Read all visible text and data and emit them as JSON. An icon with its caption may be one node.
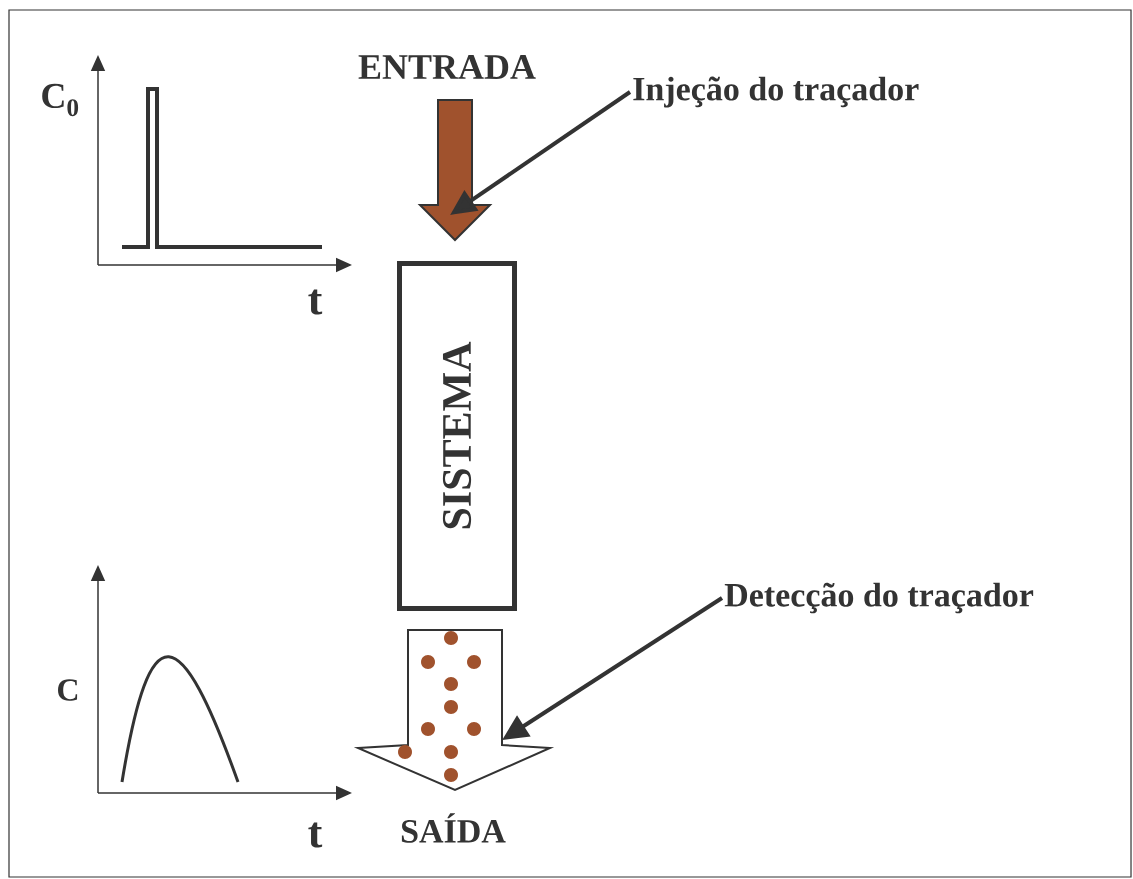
{
  "diagram": {
    "nodes": [
      {
        "text": [
          "Injeção do traçador"
        ]
      },
      {
        "text": [],
        "shape": "arrow"
      },
      {
        "text": [
          "SISTEMA"
        ]
      },
      {
        "text": [
          "Detecção do traçador"
        ]
      },
      {
        "text": [],
        "shape": "arrow"
      }
    ],
    "edges": [
      {
        "from": 0,
        "to": 1,
        "arrow": "to"
      },
      {
        "from": 3,
        "to": 4,
        "arrow": "to"
      }
    ],
    "labels": [
      "C$_{0}$",
      "t",
      "ENTRADA",
      "C",
      "t",
      "SAÍDA"
    ]
  }
}
